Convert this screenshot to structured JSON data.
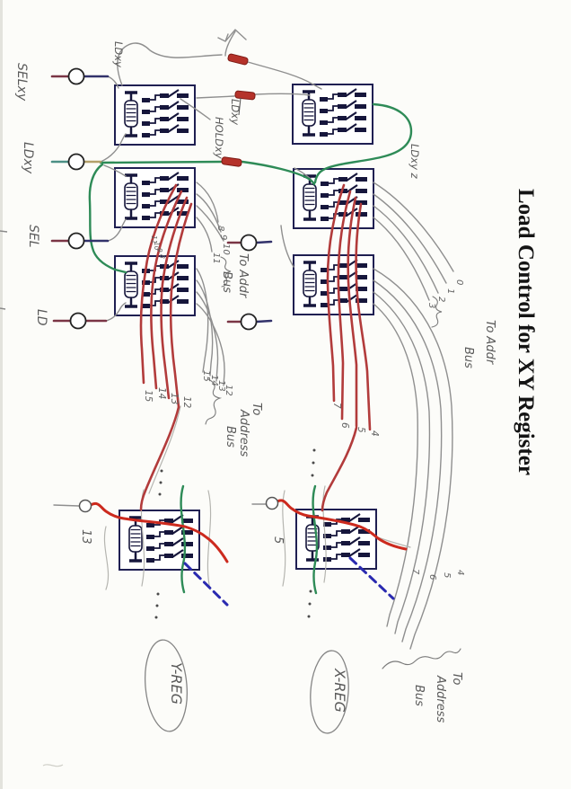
{
  "title": {
    "text": "Load Control for XY Register"
  },
  "terminals": {
    "labels": [
      "SELxy",
      "LDxy",
      "SEL",
      "LD"
    ]
  },
  "signals": {
    "ld_xy_top": "LDxy",
    "ld_xy_bar": "LDxy",
    "hold_xy": "HOLDxy",
    "ld_xyz": "LDxy z"
  },
  "bus": {
    "b": {
      "nums": [
        "8",
        "9",
        "10",
        "11"
      ],
      "line1": "To Addr",
      "line2": "Bus"
    },
    "e": {
      "nums": [
        "0",
        "1",
        "2",
        "3"
      ],
      "line1": "To Addr",
      "line2": "Bus"
    },
    "c": {
      "nums": [
        "15",
        "14",
        "13",
        "12"
      ],
      "line1": "To",
      "line2": "Address",
      "line3": "Bus"
    },
    "f": {
      "nums": [
        "7",
        "6",
        "5",
        "4"
      ],
      "line1": "To",
      "line2": "Address",
      "line3": "Bus"
    }
  },
  "red_wires": {
    "left": [
      "15",
      "14",
      "13",
      "12"
    ],
    "left_small": [
      "11",
      "10",
      "9",
      "8"
    ],
    "right": [
      "7",
      "6",
      "5",
      "4"
    ]
  },
  "blocks": {
    "y_id": "13",
    "x_id": "5"
  },
  "registers": {
    "y": "Y-REG",
    "x": "X-REG"
  },
  "colors": {
    "wire_gray": "#8f8f8f",
    "wire_green": "#2e8b57",
    "wire_red": "#b23b3b",
    "bright_red": "#cc2a1e",
    "component_navy": "#16163c",
    "diode_red": "#b5322a",
    "dashed_blue": "#2a2ab0",
    "pencil_gray": "#5a5a5a"
  }
}
